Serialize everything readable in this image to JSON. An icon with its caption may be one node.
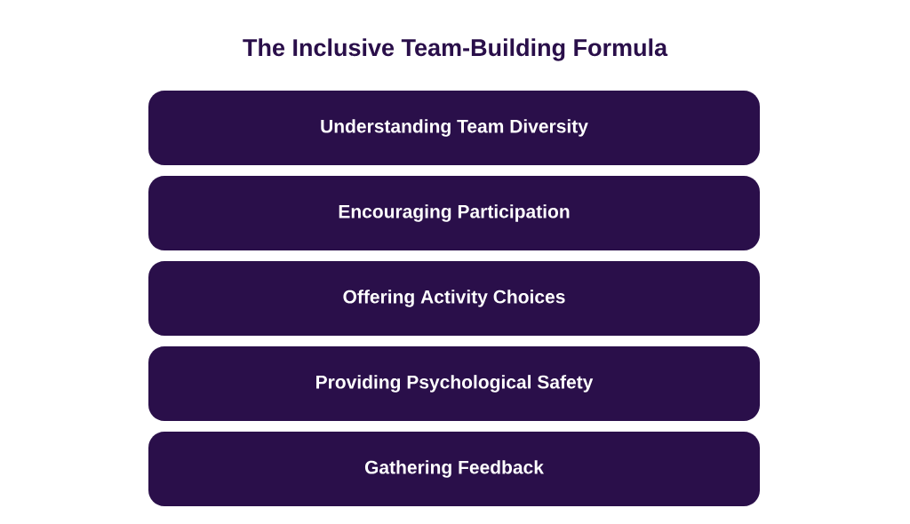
{
  "diagram": {
    "title": "The Inclusive Team-Building Formula",
    "nodes": [
      {
        "text": [
          "Understanding Team Diversity"
        ]
      },
      {
        "text": [
          "Encouraging Participation"
        ]
      },
      {
        "text": [
          "Offering Activity Choices"
        ]
      },
      {
        "text": [
          "Providing Psychological Safety"
        ]
      },
      {
        "text": [
          "Gathering Feedback"
        ]
      }
    ]
  }
}
